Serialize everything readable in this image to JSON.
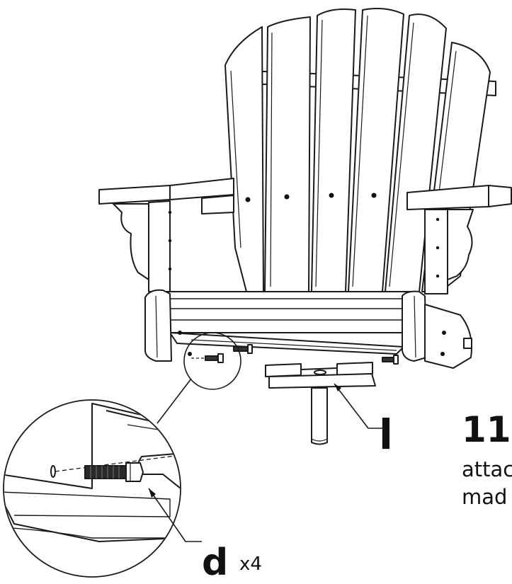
{
  "step_number": "11.",
  "instruction_lines": [
    "attac",
    "mad"
  ],
  "part_labels": {
    "seat_bracket": "l",
    "bolt": "d",
    "bolt_quantity": "x4"
  },
  "colors": {
    "line": "#1a1a1a",
    "fill": "#ffffff"
  }
}
